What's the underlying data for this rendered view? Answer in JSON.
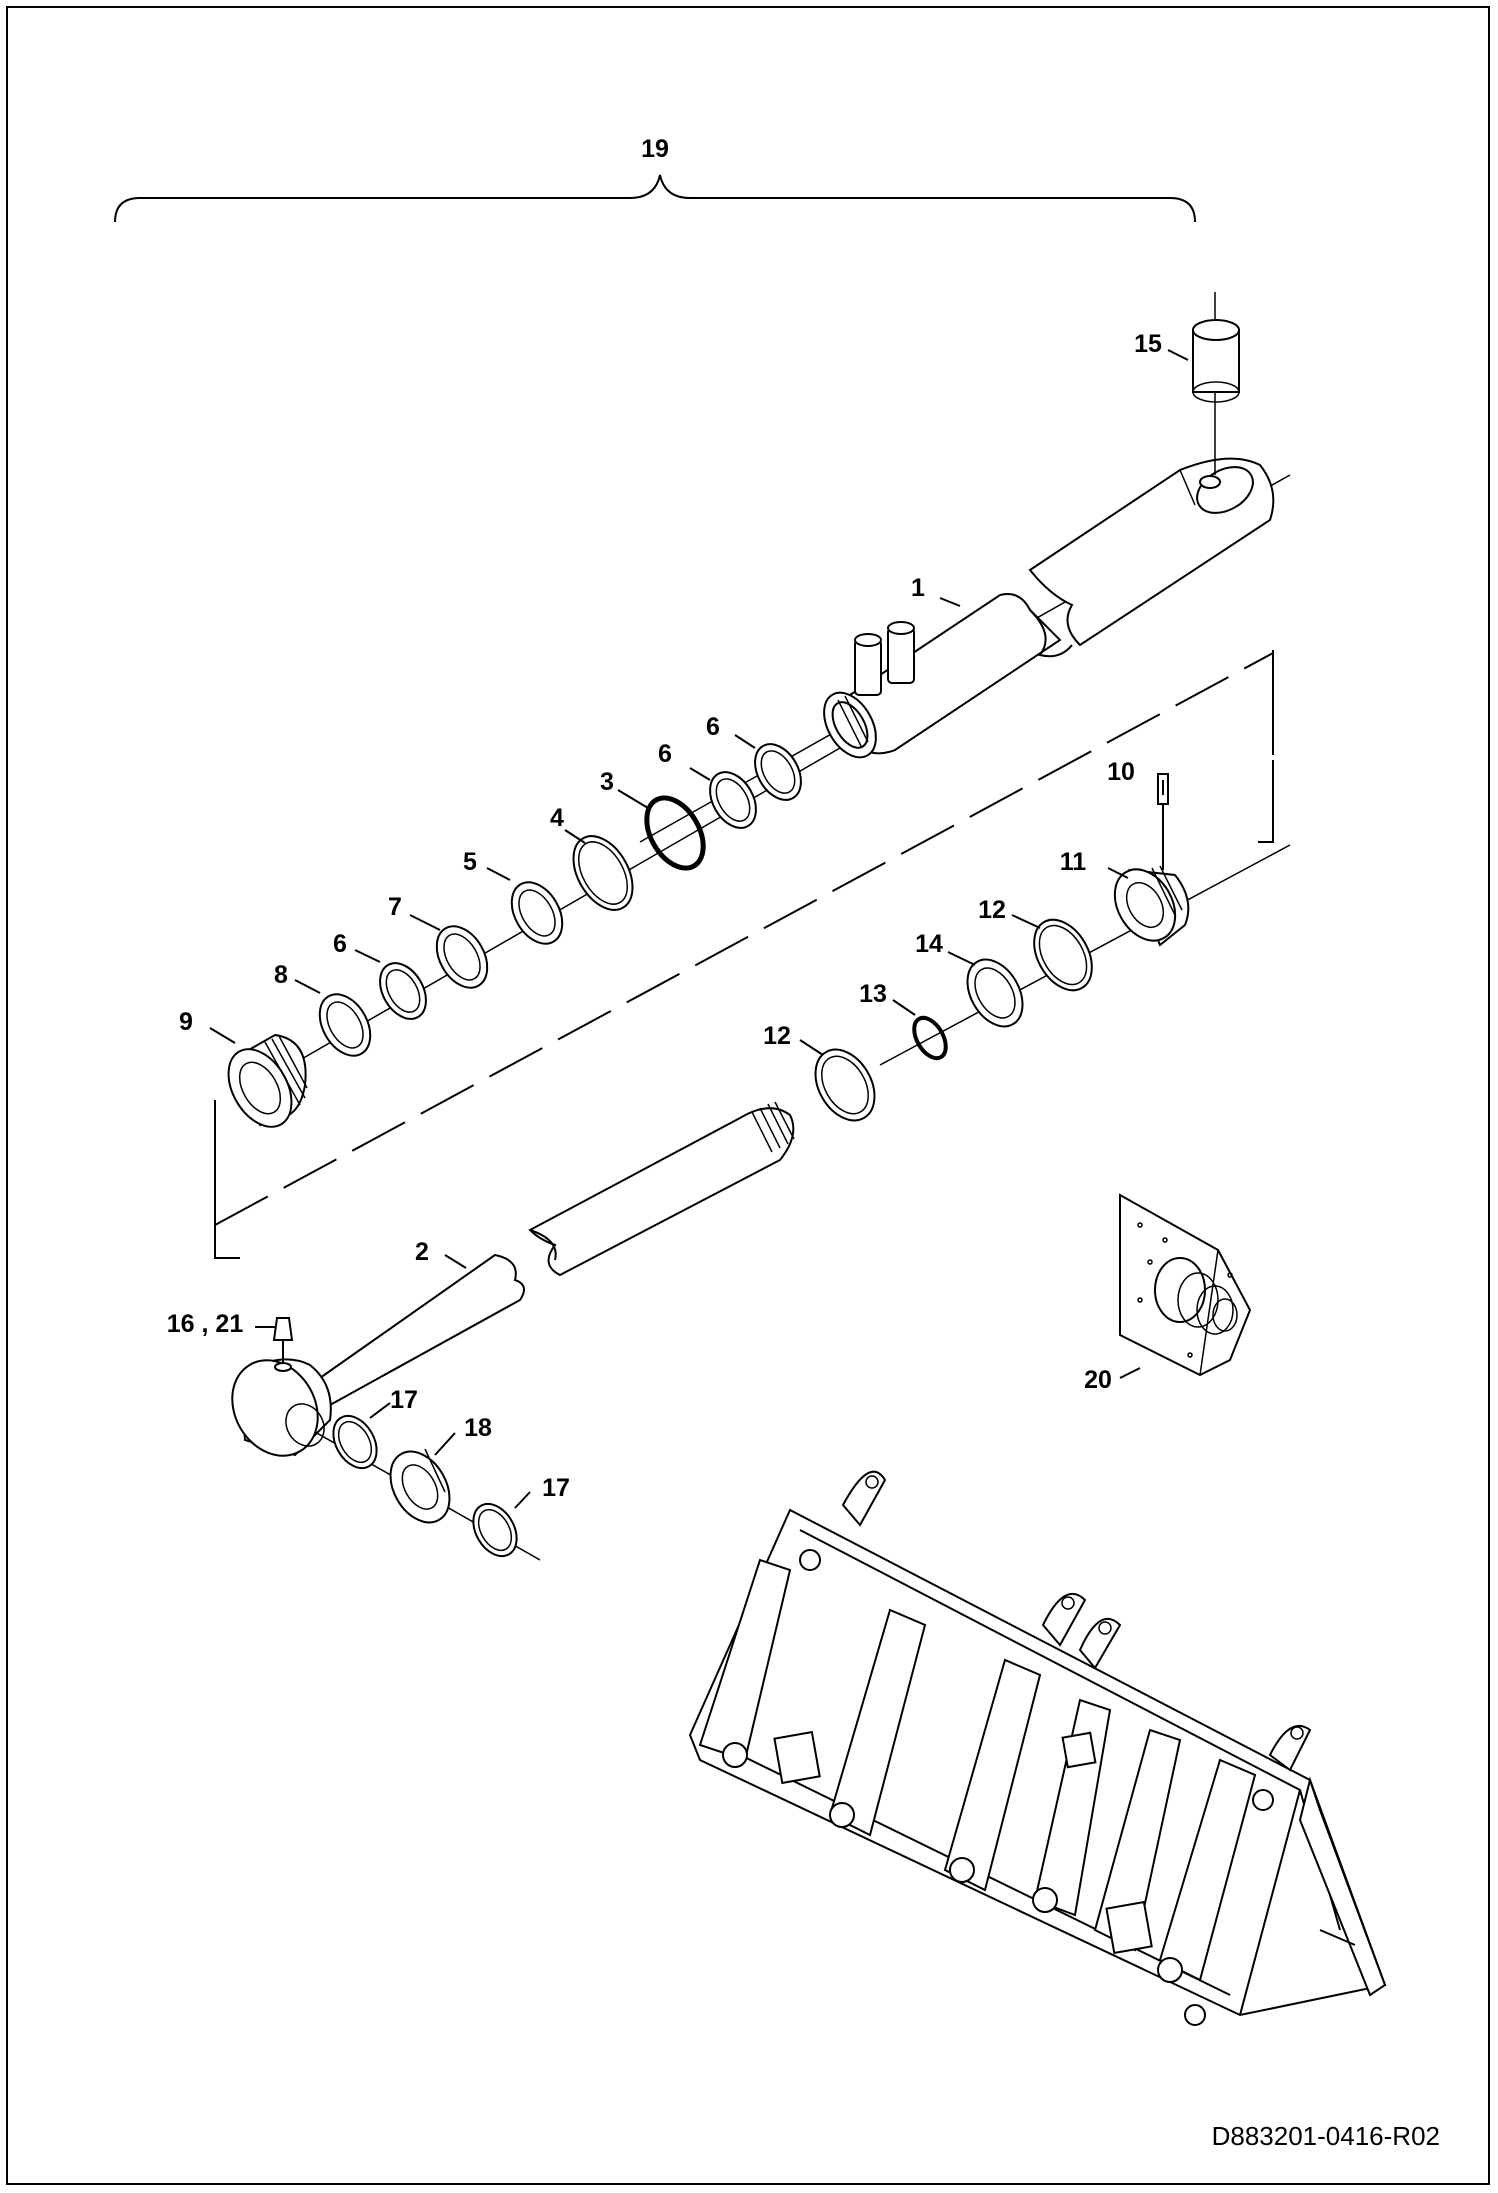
{
  "diagram": {
    "callouts": {
      "c19": "19",
      "c15": "15",
      "c1": "1",
      "c6a": "6",
      "c6b": "6",
      "c3": "3",
      "c4": "4",
      "c5": "5",
      "c7": "7",
      "c6c": "6",
      "c8": "8",
      "c9": "9",
      "c10": "10",
      "c11": "11",
      "c12a": "12",
      "c14": "14",
      "c13": "13",
      "c12b": "12",
      "c2": "2",
      "c1621": "16 , 21",
      "c17a": "17",
      "c18": "18",
      "c17b": "17",
      "c20": "20"
    },
    "document_id": "D883201-0416-R02"
  }
}
